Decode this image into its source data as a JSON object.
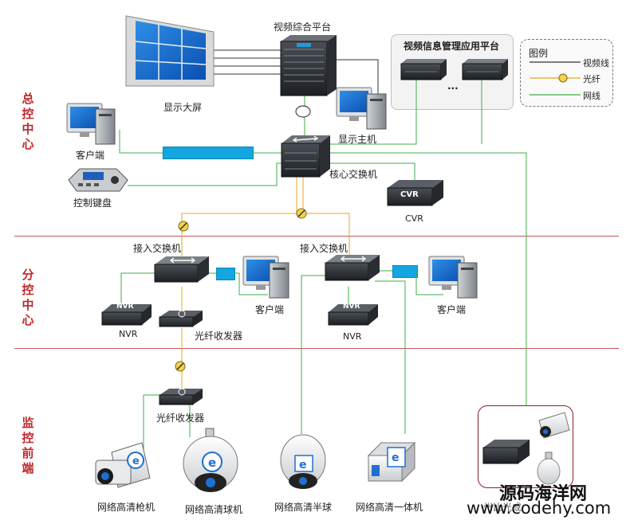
{
  "zones": {
    "control_center": "总控中心",
    "sub_center": "分控中心",
    "front_end": "监控前端"
  },
  "devices": {
    "video_platform": "视频综合平台",
    "display_wall": "显示大屏",
    "vims_platform": "视频信息管理应用平台",
    "vims_ellipsis": "...",
    "display_host": "显示主机",
    "client_top": "客户端",
    "control_keyboard": "控制键盘",
    "core_switch": "核心交换机",
    "cvr": "CVR",
    "cvr_badge": "CVR",
    "access_switch_left": "接入交换机",
    "access_switch_right": "接入交换机",
    "nvr_left": "NVR",
    "nvr_left_badge": "NVR",
    "nvr_right": "NVR",
    "nvr_right_badge": "NVR",
    "fiber_transceiver_sub": "光纤收发器",
    "fiber_transceiver_front": "光纤收发器",
    "client_sub_left": "客户端",
    "client_sub_right": "客户端",
    "bullet_camera": "网络高清枪机",
    "dome_camera": "网络高清球机",
    "half_dome_camera": "网络高清半球",
    "integrated_camera": "网络高清一体机",
    "partial_label": "州比光成"
  },
  "legend": {
    "title": "图例",
    "items": [
      {
        "label": "视频线",
        "color": "#333333",
        "kind": "video"
      },
      {
        "label": "光纤",
        "color": "#e6a817",
        "kind": "fiber"
      },
      {
        "label": "网线",
        "color": "#3fae49",
        "kind": "network"
      }
    ]
  },
  "watermark": {
    "line1": "源码海洋网",
    "line2": "www.codehy.com"
  },
  "colors": {
    "zone_text": "#c0282d",
    "divider": "#c9565b",
    "network_line": "#3fae49",
    "video_line": "#333333",
    "fiber_line": "#e6a817",
    "blue_link": "#13a6e0"
  }
}
